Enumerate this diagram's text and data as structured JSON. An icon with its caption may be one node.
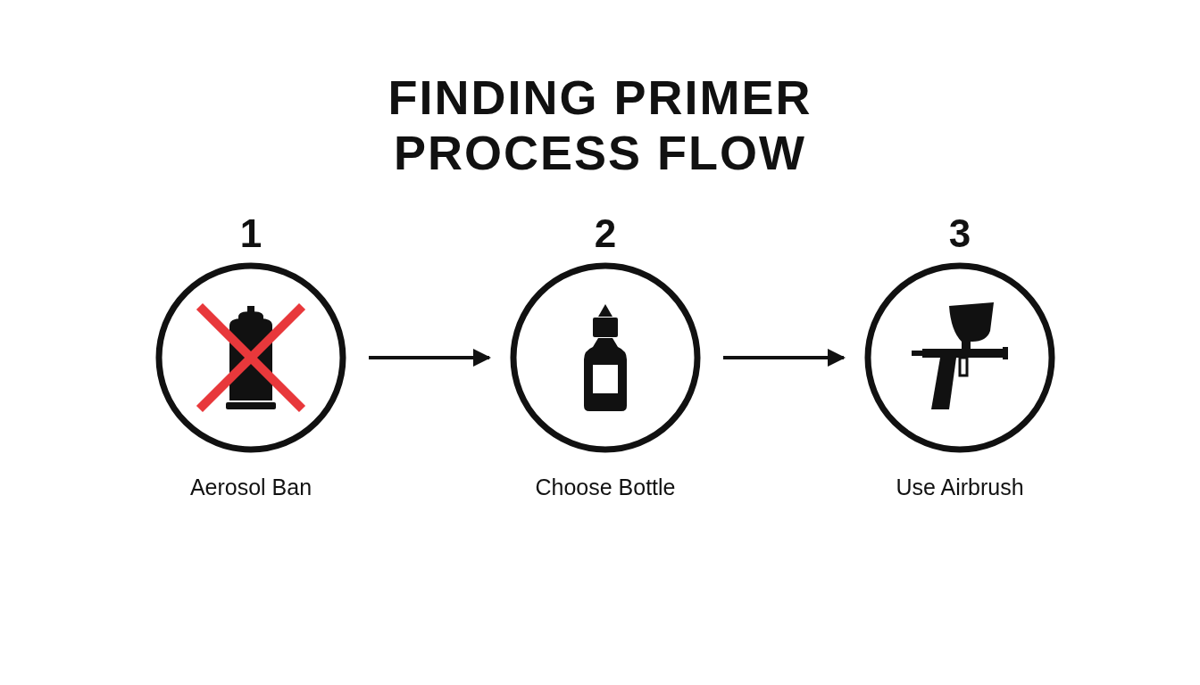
{
  "diagram": {
    "title": "FINDING PRIMER PROCESS FLOW",
    "nodes": [
      {
        "text": [
          "1",
          "Aerosol Ban"
        ]
      },
      {
        "text": [
          "2",
          "Choose Bottle"
        ]
      },
      {
        "text": [
          "3",
          "Use Airbrush"
        ]
      }
    ],
    "edges": [
      {
        "from": 0,
        "to": 1,
        "arrow": "to"
      },
      {
        "from": 1,
        "to": 2,
        "arrow": "to"
      }
    ]
  }
}
